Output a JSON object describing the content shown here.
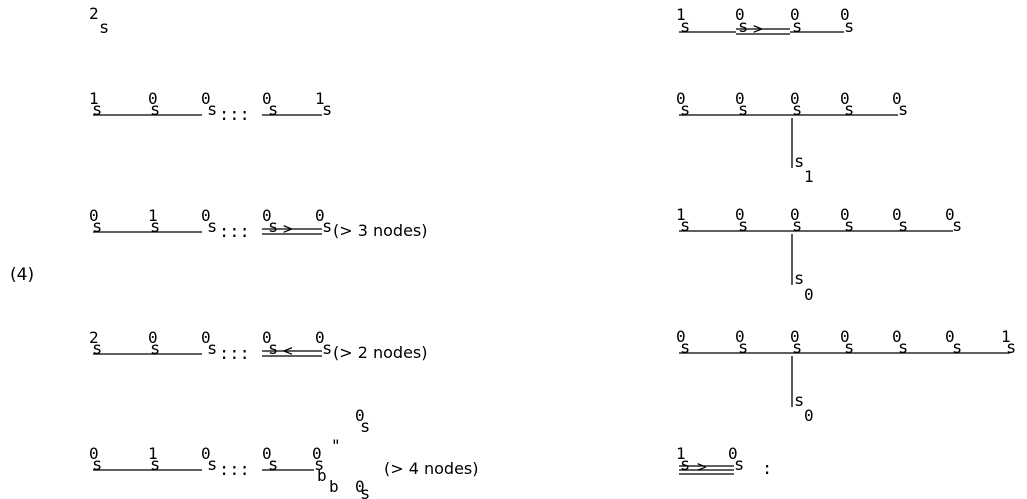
{
  "equation_label": "(4)",
  "node": "s",
  "dots": ":::",
  "weights": {
    "a0": "2",
    "a1": [
      "1",
      "0",
      "0",
      "0",
      "1"
    ],
    "a2": [
      "0",
      "1",
      "0",
      "0",
      "0"
    ],
    "a3": [
      "2",
      "0",
      "0",
      "0",
      "0"
    ],
    "a4": [
      "0",
      "1",
      "0",
      "0",
      "0",
      "0",
      "0"
    ],
    "b0": [
      "1",
      "0",
      "0",
      "0"
    ],
    "b1_top": [
      "0",
      "0",
      "0",
      "0",
      "0"
    ],
    "b1_branch": "1",
    "b2_top": [
      "1",
      "0",
      "0",
      "0",
      "0",
      "0"
    ],
    "b2_branch": "0",
    "b3_top": [
      "0",
      "0",
      "0",
      "0",
      "0",
      "0",
      "1"
    ],
    "b3_branch": "0",
    "b4": [
      "1",
      "0"
    ]
  },
  "fork_marks": [
    "\"",
    "b",
    "b"
  ],
  "conditions": {
    "a2": "(> 3 nodes)",
    "a3": "(> 2 nodes)",
    "a4": "(> 4 nodes)"
  },
  "trailing_colon": ":"
}
